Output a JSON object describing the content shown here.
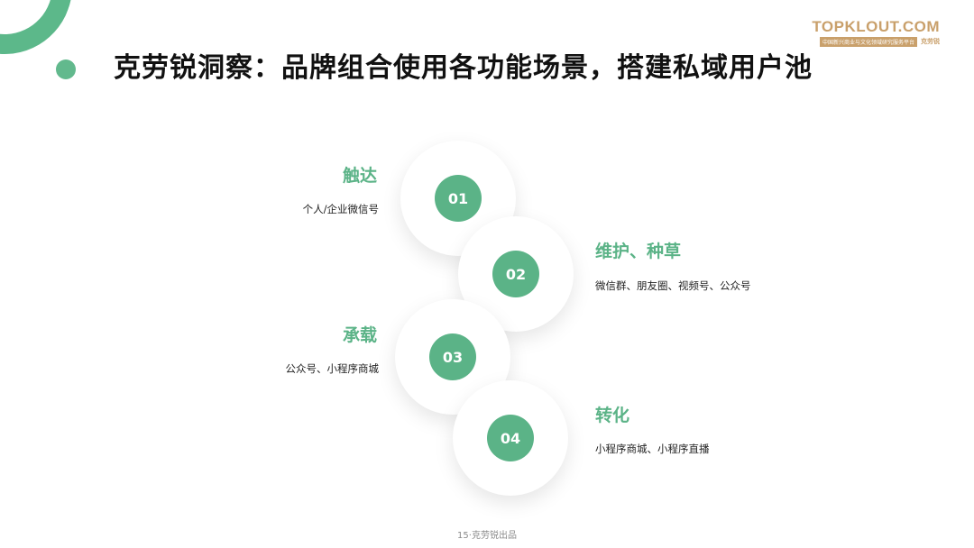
{
  "slide": {
    "title": "克劳锐洞察：品牌组合使用各功能场景，搭建私域用户池",
    "footer": "15·克劳锐出品"
  },
  "logo": {
    "text": "TOPKLOUT.COM",
    "tagline": "中国新兴商业与文化领域研究服务平台",
    "brand": "克劳锐"
  },
  "steps": [
    {
      "number": "01",
      "label": "触达",
      "desc": "个人/企业微信号"
    },
    {
      "number": "02",
      "label": "维护、种草",
      "desc": "微信群、朋友圈、视频号、公众号"
    },
    {
      "number": "03",
      "label": "承载",
      "desc": "公众号、小程序商城"
    },
    {
      "number": "04",
      "label": "转化",
      "desc": "小程序商城、小程序直播"
    }
  ],
  "colors": {
    "accent": "#5bb387",
    "logo": "#c9a06b"
  }
}
